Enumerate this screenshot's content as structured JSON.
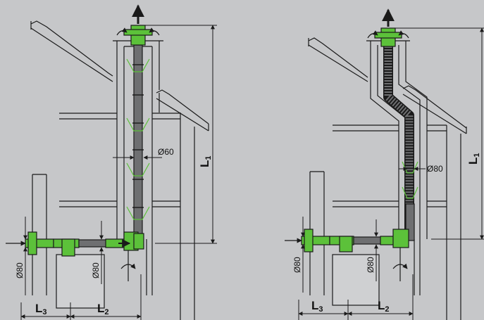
{
  "colors": {
    "background": "#c6c7c9",
    "line": "#1a1a1a",
    "pipe": "#6e6f71",
    "fitting": "#5cc13a",
    "boiler": "#cfd0d2"
  },
  "left": {
    "L1": "L",
    "L1_sub": "1",
    "L2": "L",
    "L2_sub": "2",
    "L3": "L",
    "L3_sub": "3",
    "dia_vertical": "Ø60",
    "dia_side_a": "Ø80",
    "dia_side_b": "Ø80"
  },
  "right": {
    "L1": "L",
    "L1_sub": "1",
    "L2": "L",
    "L2_sub": "2",
    "L3": "L",
    "L3_sub": "3",
    "dia_vertical": "Ø80",
    "dia_side_a": "Ø80",
    "dia_side_b": "Ø80"
  }
}
